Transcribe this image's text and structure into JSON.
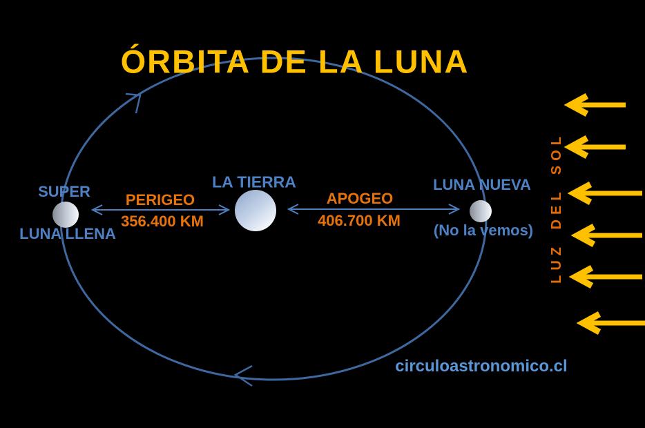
{
  "title": {
    "text": "ÓRBITA DE LA LUNA"
  },
  "diagram": {
    "earth": {
      "label": "LA TIERRA"
    },
    "supermoon": {
      "label_line1": "SUPER",
      "label_line2": "LUNA LLENA"
    },
    "new_moon": {
      "label_line1": "LUNA NUEVA",
      "label_line2": "(No la vemos)"
    },
    "perigee": {
      "label": "PERIGEO",
      "distance": "356.400 KM"
    },
    "apogee": {
      "label": "APOGEO",
      "distance": "406.700 KM"
    },
    "sunlight_label": "LUZ DEL SOL",
    "sun_ray_count": 6
  },
  "credit": {
    "text": "circuloastronomico.cl"
  },
  "colors": {
    "background": "#000000",
    "title": "#FFC000",
    "sun_ray": "#FFC000",
    "sunlight_label": "#E36C09",
    "distance_text": "#E8730B",
    "label_blue": "#4E81C4",
    "credit_blue": "#5B97D8",
    "orbit_blue": "#3E689F",
    "arrow_blue": "#4E81C4",
    "moon_dark": "#878D97",
    "moon_light": "#F6F8FB",
    "earth_dark": "#8EA6CA",
    "earth_light": "#FFFFFF"
  }
}
